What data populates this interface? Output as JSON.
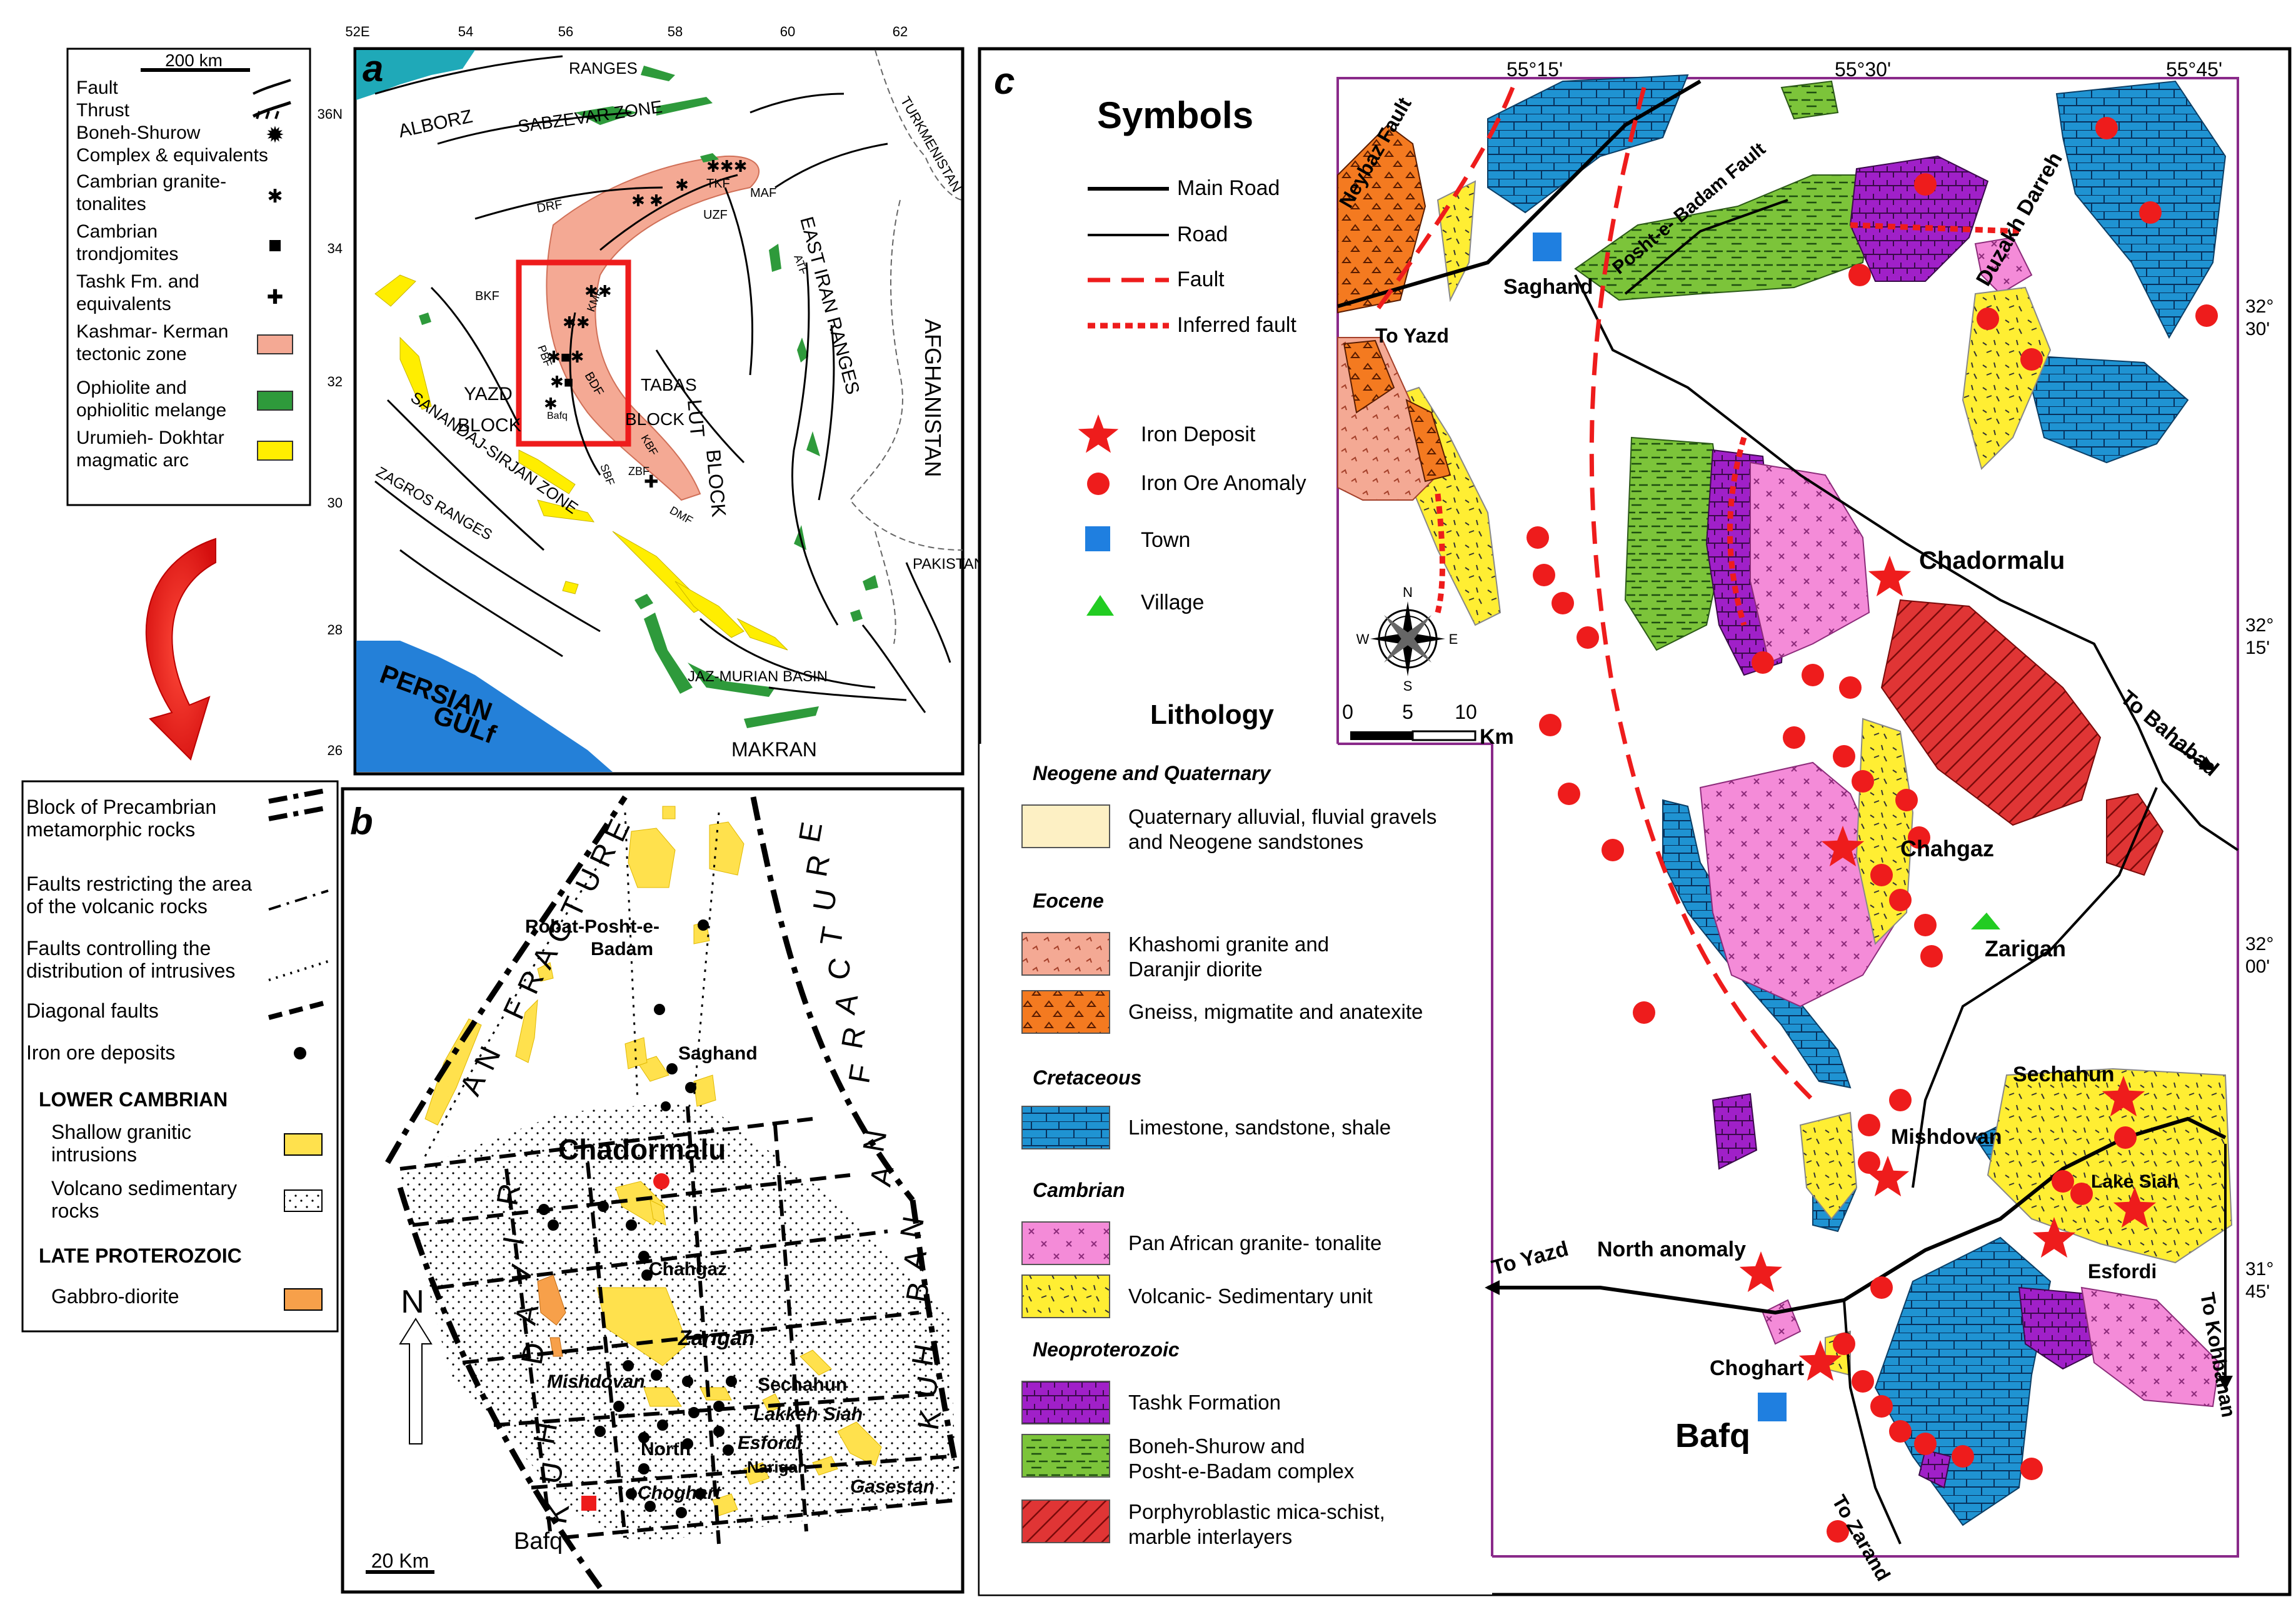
{
  "panel_a": {
    "letter": "a",
    "legend": {
      "scale": "200 km",
      "items": [
        {
          "label": [
            "Fault"
          ],
          "icon": "fault"
        },
        {
          "label": [
            "Thrust"
          ],
          "icon": "thrust"
        },
        {
          "label": [
            "Boneh-Shurow",
            "Complex & equivalents"
          ],
          "icon": "sun-symbol"
        },
        {
          "label": [
            "Cambrian granite-",
            "tonalites"
          ],
          "icon": "asterisk"
        },
        {
          "label": [
            "Cambrian",
            "trondjomites"
          ],
          "icon": "square"
        },
        {
          "label": [
            "Tashk Fm. and",
            " equivalents"
          ],
          "icon": "plus"
        },
        {
          "label": [
            "Kashmar- Kerman",
            "tectonic zone"
          ],
          "icon": "box",
          "color": "#f4a994"
        },
        {
          "label": [
            "Ophiolite and",
            "ophiolitic melange"
          ],
          "icon": "box",
          "color": "#2e9a3b"
        },
        {
          "label": [
            "Urumieh- Dokhtar",
            "magmatic arc"
          ],
          "icon": "box",
          "color": "#ffee00"
        }
      ]
    },
    "top_ticks": [
      "52E",
      "54",
      "56",
      "58",
      "60",
      "62"
    ],
    "left_ticks": [
      "36N",
      "34",
      "32",
      "30",
      "28",
      "26"
    ],
    "labels": {
      "alborz": "ALBORZ",
      "ranges": "RANGES",
      "sabzevar": "SABZEVAR ZONE",
      "turkmenistan": "TURKMENISTAN",
      "yazd": "YAZD",
      "block1": "BLOCK",
      "tabas": "TABAS",
      "block2": "BLOCK",
      "lut": "LUT",
      "block3": "BLOCK",
      "east_iran": "EAST IRAN RANGES",
      "afghanistan": "AFGHANISTAN",
      "sanandaj": "SANANDAJ-SIRJAN ZONE",
      "zagros": "ZAGROS RANGES",
      "pakistan": "PAKISTAN",
      "jaz": "JAZ-MURIAN BASIN",
      "makran": "MAKRAN",
      "persian1": "PERSIAN",
      "persian2": "GULf",
      "drf": "DRF",
      "tkf": "TKF",
      "uzf": "UZF",
      "maf": "MAF",
      "bkf": "BKF",
      "kmf": "KMF",
      "bdf": "BDF",
      "kbf": "KBF",
      "zbf": "ZBF",
      "dmf": "DMF",
      "atf": "ATF",
      "pbf": "PBF",
      "sbf": "SBF",
      "bafq": "Bafq"
    }
  },
  "panel_b": {
    "letter": "b",
    "legend": [
      {
        "label": [
          "Block of Precambrian",
          "metamorphic rocks"
        ],
        "icon": "block"
      },
      {
        "label": [
          "Faults restricting the area",
          "of the volcanic rocks"
        ],
        "icon": "dashdot"
      },
      {
        "label": [
          "Faults controlling the",
          "distribution of intrusives"
        ],
        "icon": "dotted"
      },
      {
        "label": [
          "Diagonal faults"
        ],
        "icon": "dashed"
      },
      {
        "label": [
          "Iron ore deposits"
        ],
        "icon": "dot"
      }
    ],
    "lower_cambrian": "LOWER CAMBRIAN",
    "lower_items": [
      {
        "label": [
          "Shallow granitic",
          "intrusions"
        ],
        "color": "#ffe14d"
      },
      {
        "label": [
          "Volcano sedimentary",
          "rocks"
        ],
        "color": "dots"
      }
    ],
    "late_proterozoic": "LATE PROTEROZOIC",
    "late_items": [
      {
        "label": [
          "Gabbro-diorite"
        ],
        "color": "#f7a04a"
      }
    ],
    "fracture_left": "KUH DAVIRAN FRACTURE",
    "fracture_right": "KUH BANAN FRACTURE",
    "places": {
      "robat1": "Robat-Posht-e-",
      "robat2": "Badam",
      "saghand": "Saghand",
      "chadormalu": "Chadormalu",
      "chahgaz": "Chahgaz",
      "zarigan": "Zarigan",
      "mishdovan": "Mishdovan",
      "sechahun": "Sechahun",
      "lakkeh": "Lakkeh Siah",
      "north": "North",
      "esfordi": "Esfordi",
      "narigan": "Narigan",
      "choghart": "Choghart",
      "gasestan": "Gasestan",
      "bafq": "Bafq"
    },
    "north_arrow": "N",
    "scale": "20 Km"
  },
  "panel_c": {
    "letter": "c",
    "top_ticks": [
      "55°15'",
      "55°30'",
      "55°45'"
    ],
    "right_ticks": [
      [
        "32°",
        "30'"
      ],
      [
        "32°",
        "15'"
      ],
      [
        "32°",
        "00'"
      ],
      [
        "31°",
        "45'"
      ]
    ],
    "symbols_title": "Symbols",
    "symbols": [
      {
        "label": "Main Road",
        "icon": "main-road"
      },
      {
        "label": "Road",
        "icon": "road"
      },
      {
        "label": "Fault",
        "icon": "fault"
      },
      {
        "label": "Inferred fault",
        "icon": "inferred-fault"
      },
      {
        "label": "Iron Deposit",
        "icon": "star"
      },
      {
        "label": "Iron Ore Anomaly",
        "icon": "circle"
      },
      {
        "label": "Town",
        "icon": "square"
      },
      {
        "label": "Village",
        "icon": "triangle"
      }
    ],
    "compass": [
      "N",
      "S",
      "E",
      "W"
    ],
    "scale": {
      "ticks": [
        "0",
        "5",
        "10"
      ],
      "unit": "Km"
    },
    "lithology_title": "Lithology",
    "lithology_groups": [
      {
        "title": "Neogene and Quaternary",
        "items": [
          {
            "label": [
              "Quaternary alluvial, fluvial gravels",
              "and Neogene sandstones"
            ],
            "pattern": "quat"
          }
        ]
      },
      {
        "title": "Eocene",
        "items": [
          {
            "label": [
              "Khashomi granite and",
              "Daranjir diorite"
            ],
            "pattern": "granite"
          },
          {
            "label": [
              "Gneiss, migmatite and anatexite"
            ],
            "pattern": "gneiss"
          }
        ]
      },
      {
        "title": "Cretaceous",
        "items": [
          {
            "label": [
              "Limestone, sandstone, shale"
            ],
            "pattern": "lime"
          }
        ]
      },
      {
        "title": "Cambrian",
        "items": [
          {
            "label": [
              "Pan African granite- tonalite"
            ],
            "pattern": "pan"
          },
          {
            "label": [
              "Volcanic- Sedimentary unit"
            ],
            "pattern": "volc"
          }
        ]
      },
      {
        "title": "Neoproterozoic",
        "items": [
          {
            "label": [
              "Tashk Formation"
            ],
            "pattern": "tashk"
          },
          {
            "label": [
              "Boneh-Shurow and",
              "Posht-e-Badam complex"
            ],
            "pattern": "boneh"
          },
          {
            "label": [
              "Porphyroblastic mica-schist,",
              "marble interlayers"
            ],
            "pattern": "schist"
          }
        ]
      }
    ],
    "map_labels": {
      "neybaz": "Neybaz Fault",
      "posht": "Posht-e- Badam Fault",
      "duzakh": "Duzakh Darreh",
      "saghand": "Saghand",
      "to_yazd1": "To Yazd",
      "chadormalu": "Chadormalu",
      "to_bahabad": "To Bahabad",
      "chahgaz": "Chahgaz",
      "zarigan": "Zarigan",
      "sechahun": "Sechahun",
      "mishdovan": "Mishdovan",
      "lake_siah": "Lake Siah",
      "north_anomaly": "North anomaly",
      "esfordi": "Esfordi",
      "to_yazd2": "To Yazd",
      "to_kohbanan": "To Kohbanan",
      "choghart": "Choghart",
      "bafq": "Bafq",
      "to_zarand": "To Zarand"
    }
  },
  "colors": {
    "red": "#ee1c1c",
    "blue": "#1f93d2",
    "green": "#7cc43a",
    "purple": "#a020c8",
    "pink": "#f48bd8",
    "yellow": "#ffee33",
    "orange": "#f47a20",
    "salmon": "#f4a994",
    "town": "#1f7fe0",
    "village": "#22cc22"
  }
}
